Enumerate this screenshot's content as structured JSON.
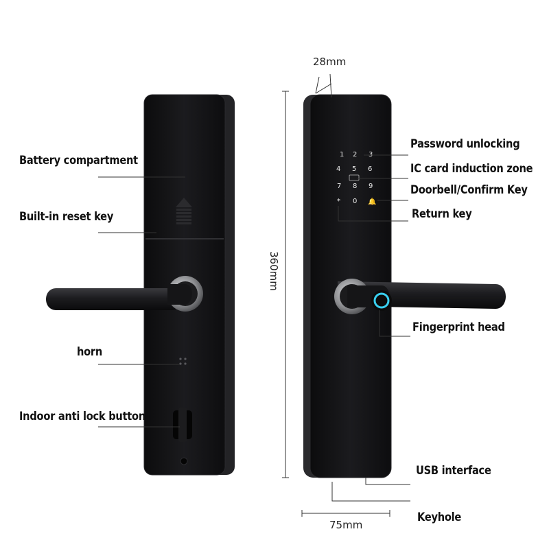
{
  "labels": {
    "battery": "Battery compartment",
    "reset": "Built-in reset key",
    "horn": "horn",
    "anti_lock": "Indoor anti lock button",
    "password": "Password unlocking",
    "ic_card": "IC card induction zone",
    "doorbell": "Doorbell/Confirm Key",
    "return_key": "Return key",
    "fingerprint": "Fingerprint head",
    "usb": "USB interface",
    "keyhole": "Keyhole"
  },
  "dimensions": {
    "depth": "28mm",
    "height": "360mm",
    "width": "75mm"
  },
  "keypad": {
    "keys": [
      "1",
      "2",
      "3",
      "4",
      "5",
      "6",
      "7",
      "8",
      "9",
      "*",
      "0",
      "🔔"
    ]
  },
  "colors": {
    "body": "#141416",
    "edge": "#2a2a2d",
    "metal": "#8e8f92",
    "fingerprint_ring": "#39d0f0",
    "line": "#333333"
  }
}
